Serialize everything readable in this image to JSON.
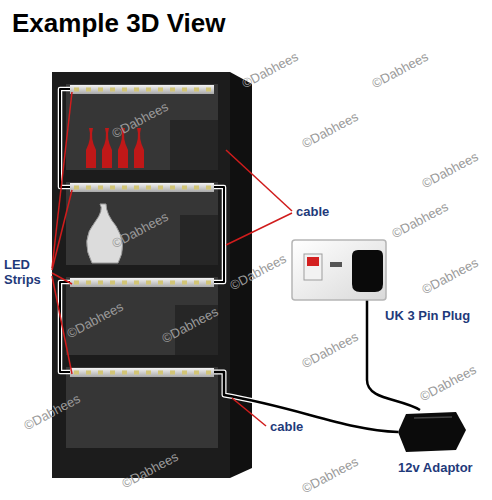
{
  "diagram": {
    "title": "Example 3D View",
    "labels": [
      "LED Strips",
      "cable",
      "cable",
      "UK 3 Pin Plug",
      "12v Adaptor",
      "©Dabhees",
      "©Dabhees",
      "©Dabhees",
      "©Dabhees",
      "©Dabhees",
      "©Dabhees",
      "©Dabhees",
      "©Dabhees",
      "©Dabhees",
      "©Dabhees",
      "©Dabhees",
      "©Dabhees",
      "©Dabhees",
      "©Dabhees",
      "©Dabhees",
      "©Dabhees"
    ]
  }
}
